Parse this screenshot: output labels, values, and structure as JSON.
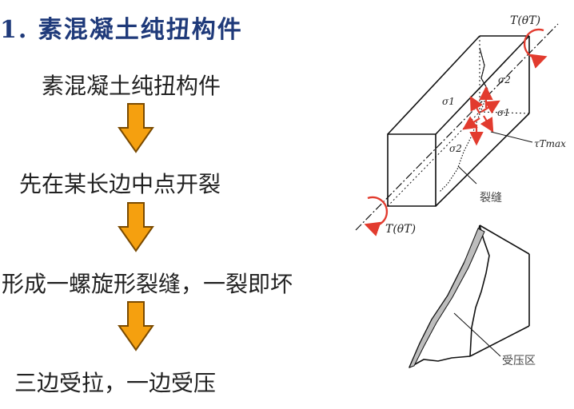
{
  "heading": "1. 素混凝土纯扭构件",
  "steps": [
    "素混凝土纯扭构件",
    "先在某长边中点开裂",
    "形成一螺旋形裂缝，一裂即坏",
    "三边受拉，一边受压"
  ],
  "figure": {
    "torque_top": "T(θT)",
    "torque_bottom": "T(θT)",
    "sigma2_top": "σ2",
    "sigma1_left": "σ1",
    "sigma1_right": "σ1",
    "sigma2_bottom": "σ2",
    "tau": "τTmax",
    "crack_label": "裂缝",
    "compression_label": "受压区"
  },
  "colors": {
    "heading": "#1f3a7a",
    "arrow_fill": "#f5a00f",
    "arrow_stroke": "#7a4a00",
    "stress_arrow": "#e23b2e"
  }
}
